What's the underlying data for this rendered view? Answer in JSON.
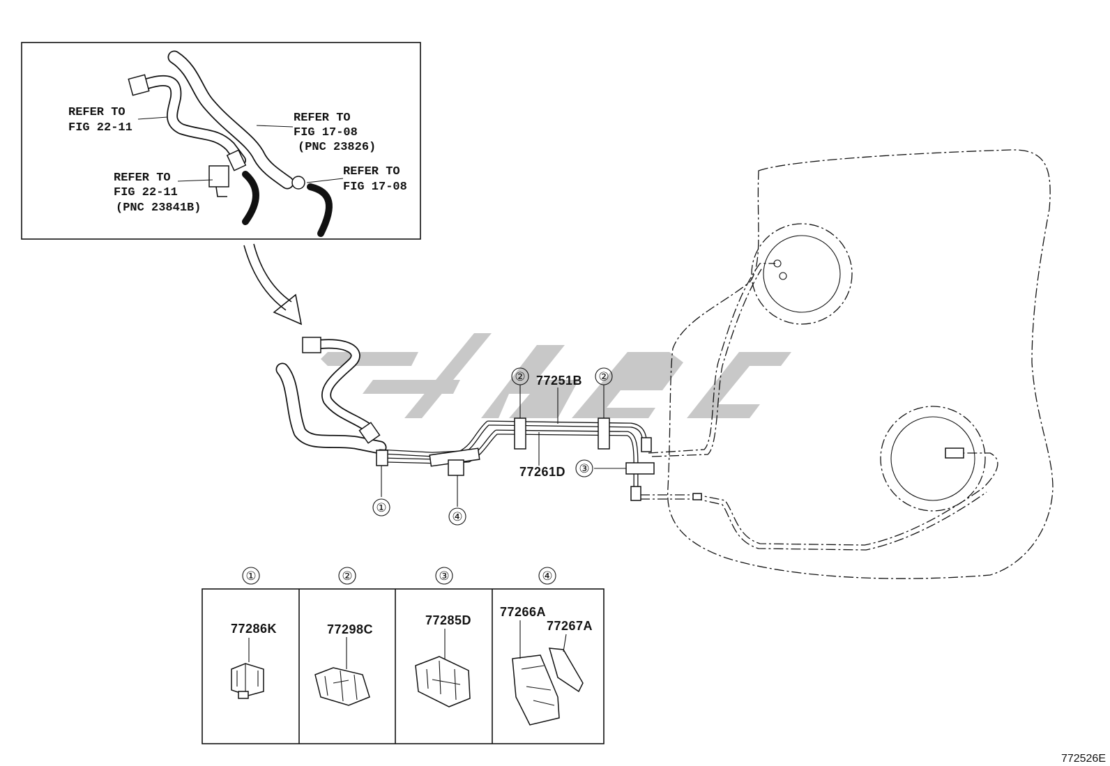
{
  "inset": {
    "refer1": {
      "line1": "REFER TO",
      "line2": "FIG 22-11"
    },
    "refer2": {
      "line1": "REFER TO",
      "line2": "FIG 17-08",
      "line3": "(PNC 23826)"
    },
    "refer3": {
      "line1": "REFER TO",
      "line2": "FIG 22-11",
      "line3": "(PNC 23841B)"
    },
    "refer4": {
      "line1": "REFER TO",
      "line2": "FIG 17-08"
    }
  },
  "main": {
    "pn_77251b": "77251B",
    "pn_77261d": "77261D",
    "callout_1": "①",
    "callout_2": "②",
    "callout_3": "③",
    "callout_4": "④"
  },
  "legend": {
    "headers": [
      "①",
      "②",
      "③",
      "④"
    ],
    "cells": [
      {
        "parts": [
          "77286K"
        ]
      },
      {
        "parts": [
          "77298C"
        ]
      },
      {
        "parts": [
          "77285D"
        ]
      },
      {
        "parts": [
          "77266A",
          "77267A"
        ]
      }
    ]
  },
  "figure_code": "772526E",
  "colors": {
    "line": "#111111",
    "watermark": "#c8c8c8",
    "background": "#ffffff"
  }
}
